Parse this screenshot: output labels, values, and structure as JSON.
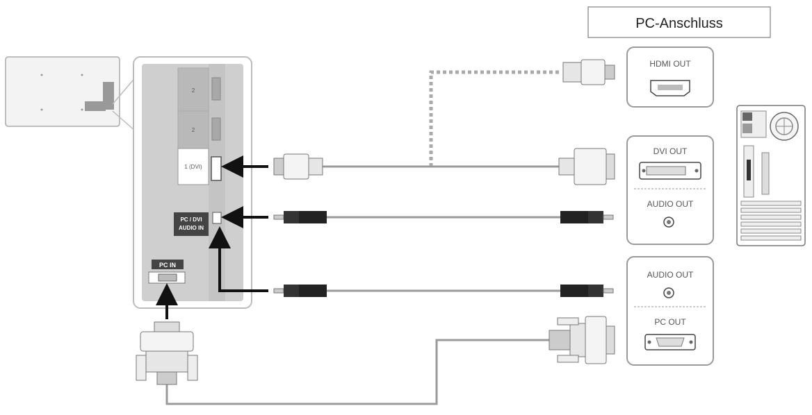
{
  "title": "PC-Anschluss",
  "tv_panel": {
    "hdmi_port_2": "2",
    "hdmi_port_3": "2",
    "hdmi_port_1": "1 (DVI)",
    "audio_in_line1": "PC / DVI",
    "audio_in_line2": "AUDIO IN",
    "pc_in": "PC IN"
  },
  "pc_boxes": {
    "hdmi_out": "HDMI OUT",
    "dvi_out": "DVI OUT",
    "audio_out_top": "AUDIO OUT",
    "audio_out_bottom": "AUDIO OUT",
    "pc_out": "PC OUT"
  },
  "colors": {
    "cable": "#9a9a9a",
    "panel": "#d0d0d0",
    "arrow": "#111111"
  }
}
